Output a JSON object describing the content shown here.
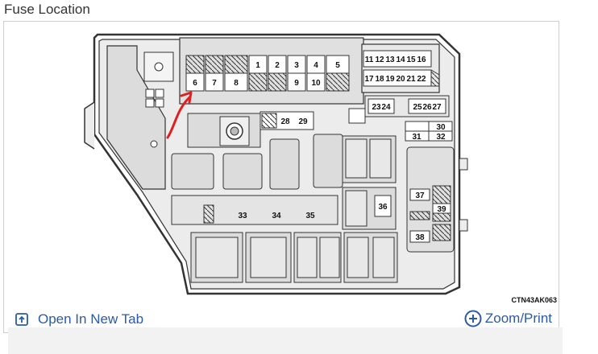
{
  "title": "Fuse Location",
  "diagram": {
    "code": "CTN43AK063",
    "fuses": {
      "f1": "1",
      "f2": "2",
      "f3": "3",
      "f4": "4",
      "f5": "5",
      "f6": "6",
      "f7": "7",
      "f8": "8",
      "f9": "9",
      "f10": "10",
      "f11": "11",
      "f12": "12",
      "f13": "13",
      "f14": "14",
      "f15": "15",
      "f16": "16",
      "f17": "17",
      "f18": "18",
      "f19": "19",
      "f20": "20",
      "f21": "21",
      "f22": "22",
      "f23": "23",
      "f24": "24",
      "f25": "25",
      "f26": "26",
      "f27": "27",
      "f28": "28",
      "f29": "29",
      "f30": "30",
      "f31": "31",
      "f32": "32",
      "f33": "33",
      "f34": "34",
      "f35": "35",
      "f36": "36",
      "f37": "37",
      "f38": "38",
      "f39": "39"
    },
    "annotation_color": "#e02020"
  },
  "footer": {
    "open_label": "Open In New Tab",
    "zoom_label": "Zoom/Print",
    "link_color": "#2b5aa6",
    "icons": [
      "open-tab-icon",
      "zoom-plus-icon"
    ]
  }
}
